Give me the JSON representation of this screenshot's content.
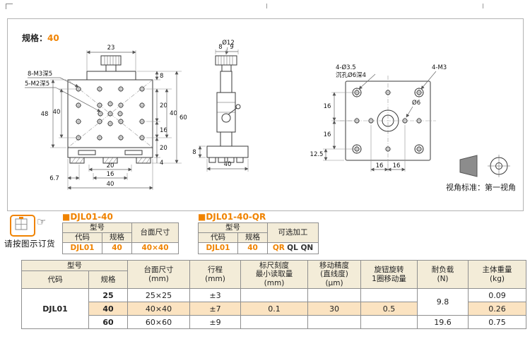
{
  "spec_note": {
    "label": "规格：",
    "value": "40"
  },
  "projection": {
    "label": "视角标准：第一视角"
  },
  "order": {
    "icon_hand": "☞",
    "note": "请按图示订货"
  },
  "front": {
    "d23": "23",
    "note_m3": "8-M3深5",
    "note_m2": "5-M2深5",
    "d48": "48",
    "d40l": "40",
    "d8": "8",
    "d20r": "20",
    "d16r": "16",
    "d40r": "40",
    "d60": "60",
    "d20b": "20",
    "d4": "4",
    "b20": "20",
    "b16": "16",
    "b40": "40",
    "b67": "6.7"
  },
  "side": {
    "dia12": "Ø12",
    "d8": "8",
    "d9": "9",
    "b40": "40",
    "l8": "8"
  },
  "back": {
    "note_holes": "4-Ø3.5",
    "note_cbore": "沉孔Ø6深4",
    "note_m3": "4-M3",
    "l16a": "16",
    "l16b": "16",
    "l125": "12.5",
    "dia6": "Ø6",
    "b16a": "16",
    "b16b": "16"
  },
  "tables": {
    "t1": {
      "title": "■DJL01-40",
      "model": "型号",
      "code_h": "代码",
      "spec_h": "规格",
      "extra_h": "台面尺寸",
      "code": "DJL01",
      "spec": "40",
      "extra": "40×40"
    },
    "t2": {
      "title": "■DJL01-40-QR",
      "model": "型号",
      "code_h": "代码",
      "spec_h": "规格",
      "extra_h": "可选加工",
      "code": "DJL01",
      "spec": "40",
      "extra_main": "QR",
      "extra_rest": "QL QN"
    }
  },
  "spec_table": {
    "h_model": "型号",
    "h_code": "代码",
    "h_spec": "规格",
    "h_size": "台面尺寸\n(mm)",
    "h_travel": "行程\n(mm)",
    "h_scale": "标尺刻度\n最小读取量\n(mm)",
    "h_acc": "移动精度\n(直线度)\n(μm)",
    "h_knob": "旋钮旋转\n1圈移动量",
    "h_load": "耐负载\n(N)",
    "h_weight": "主体重量\n(kg)",
    "code": "DJL01",
    "rows": [
      {
        "spec": "25",
        "size": "25×25",
        "travel": "±3",
        "weight": "0.09"
      },
      {
        "spec": "40",
        "size": "40×40",
        "travel": "±7",
        "weight": "0.26"
      },
      {
        "spec": "60",
        "size": "60×60",
        "travel": "±9",
        "weight": "0.75"
      }
    ],
    "scale_min": "0.1",
    "accuracy": "30",
    "per_turn": "0.5",
    "load_small": "9.8",
    "load_60": "19.6"
  }
}
